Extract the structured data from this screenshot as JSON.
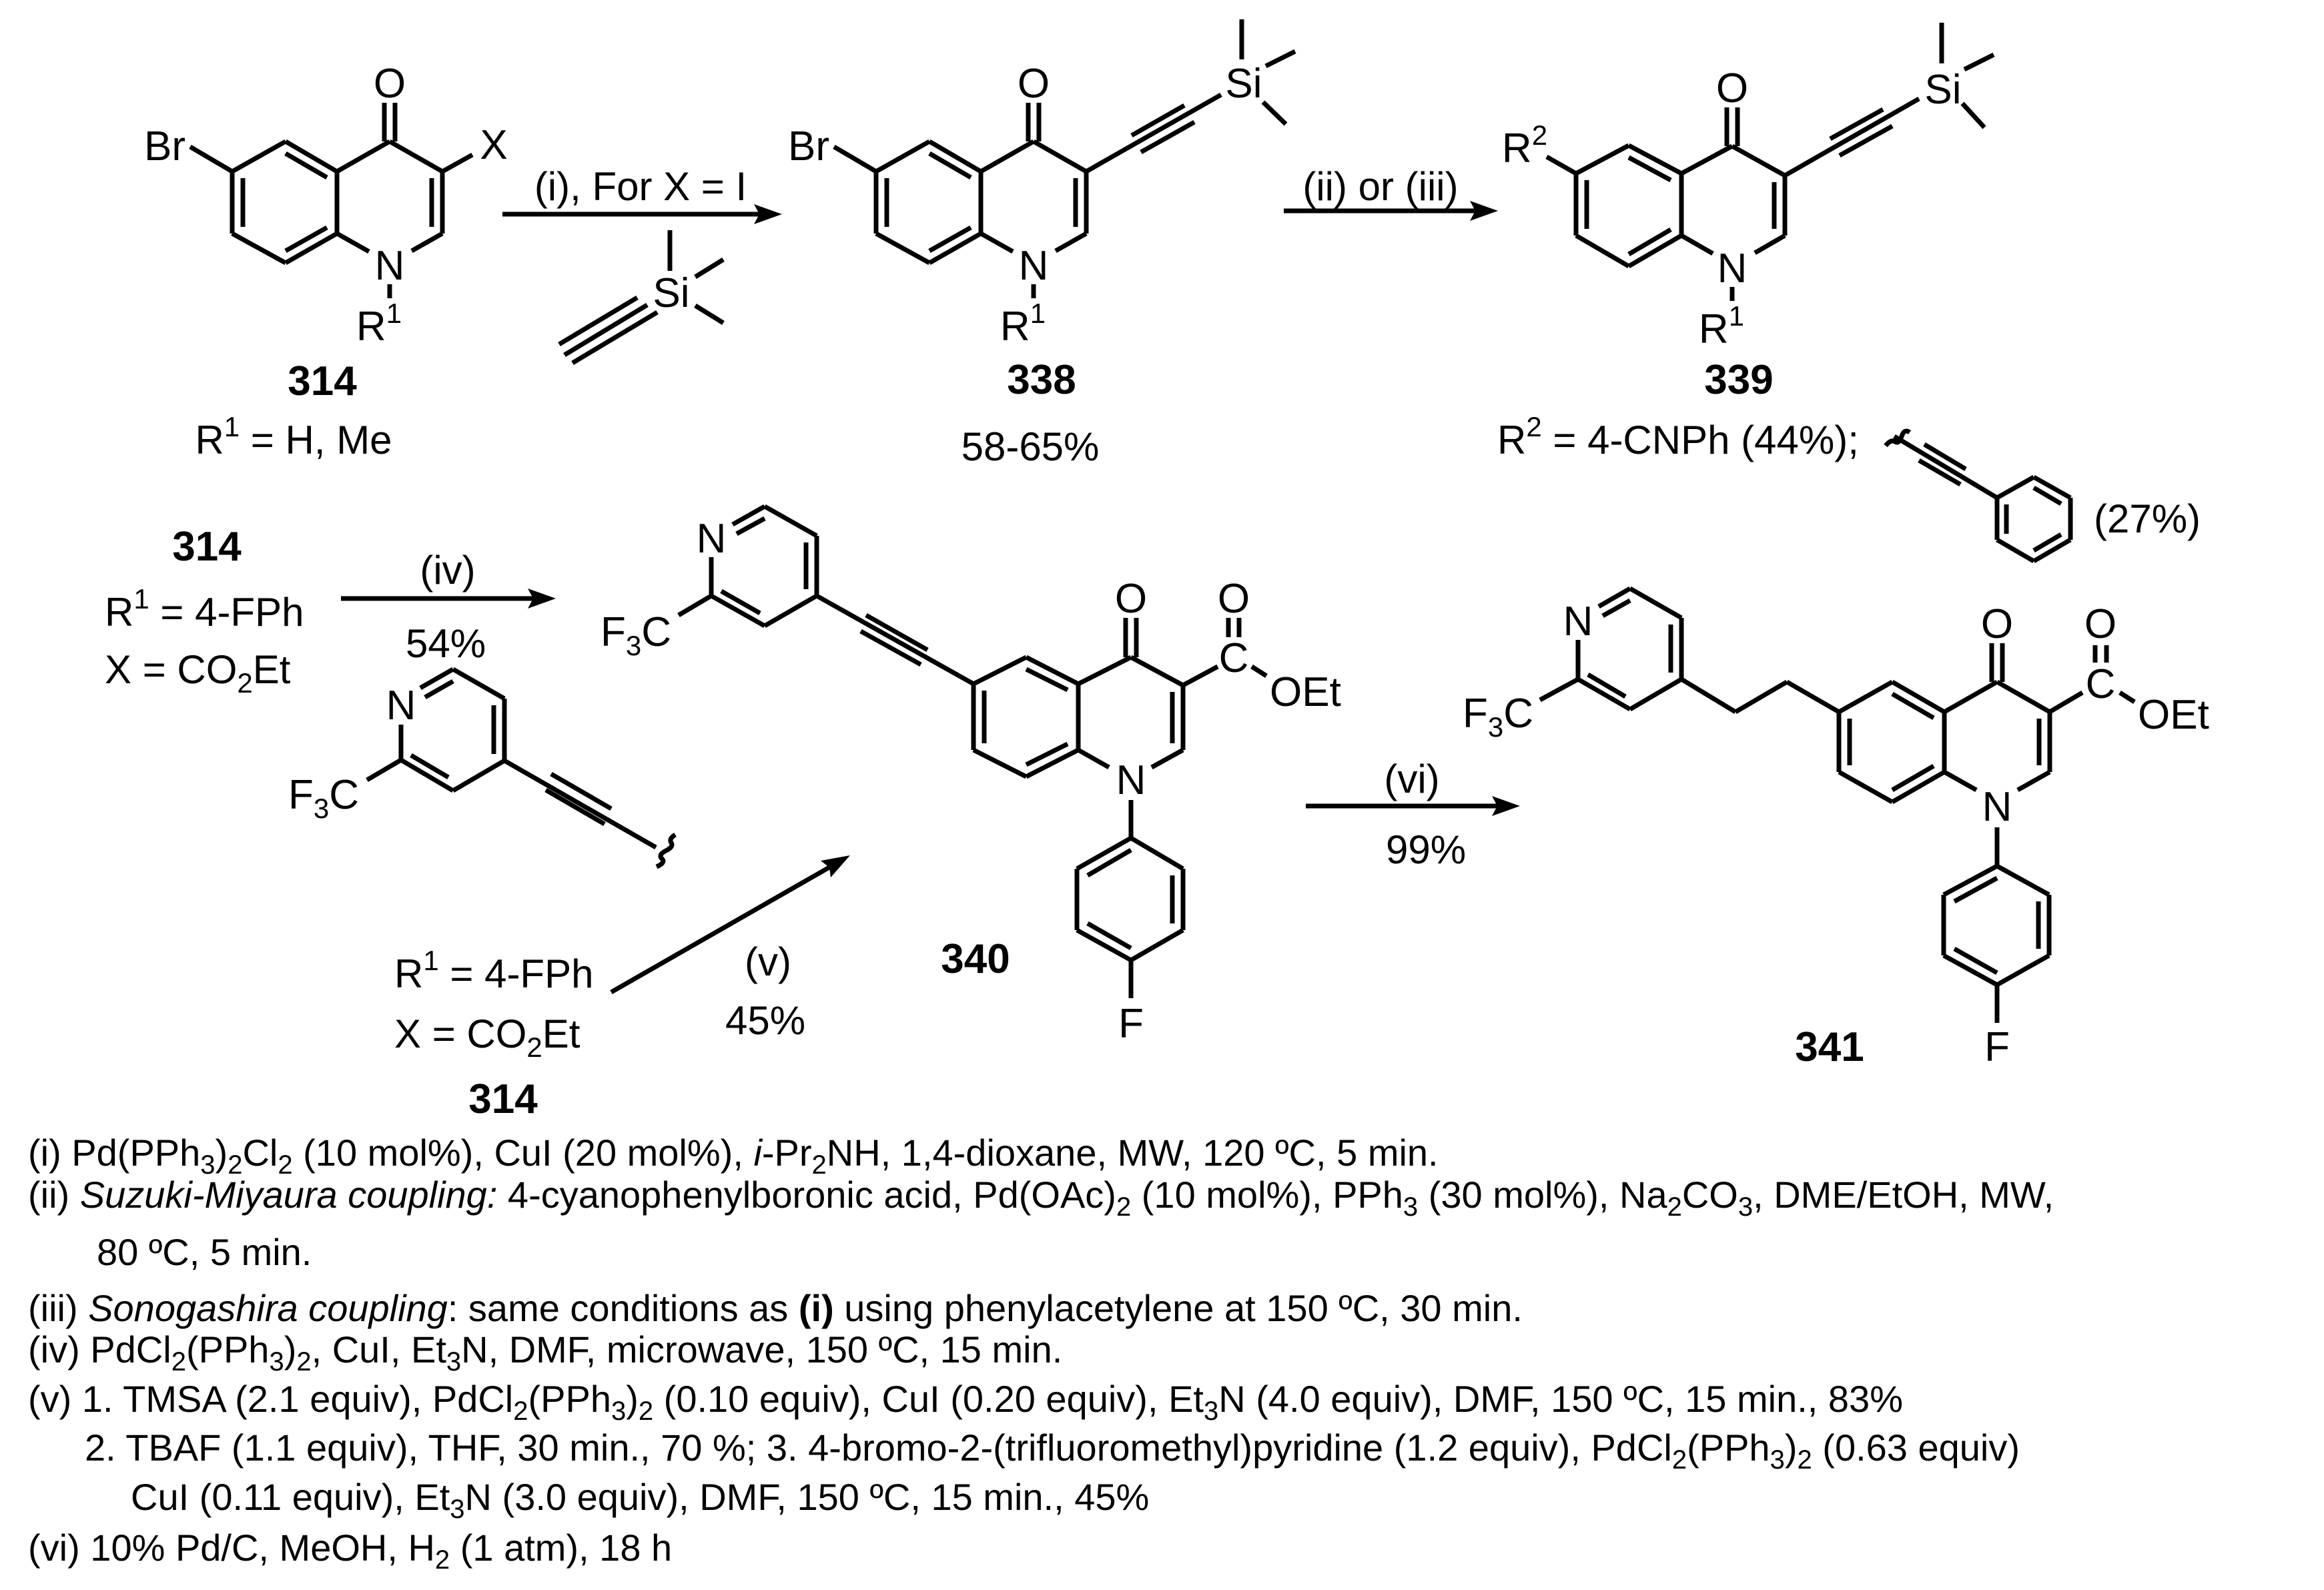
{
  "colors": {
    "ink": "#000000",
    "background": "#ffffff"
  },
  "compounds": {
    "c314_top": {
      "number": "314",
      "atoms": {
        "O": "O",
        "Br": "Br",
        "X": "X",
        "N": "N",
        "R": "R",
        "R_sup": "1"
      },
      "note": {
        "R": "R",
        "sup": "1",
        "rest": " = H, Me"
      }
    },
    "c338": {
      "number": "338",
      "atoms": {
        "O": "O",
        "Br": "Br",
        "N": "N",
        "R": "R",
        "R_sup": "1",
        "Si": "Si"
      },
      "yield": "58-65%"
    },
    "c339": {
      "number": "339",
      "atoms": {
        "O": "O",
        "R2": "R",
        "R2_sup": "2",
        "N": "N",
        "R": "R",
        "R_sup": "1",
        "Si": "Si"
      },
      "note": {
        "R": "R",
        "sup": "2",
        "rest": " = 4-CNPh (44%);"
      },
      "alkynyl_yield": "(27%)"
    },
    "c314_mid": {
      "number": "314",
      "r1": {
        "R": "R",
        "sup": "1",
        "rest": " = 4-FPh"
      },
      "x": {
        "pre": "X = CO",
        "sub": "2",
        "post": "Et"
      }
    },
    "pyridyl_fragment": {
      "N": "N",
      "cf3": {
        "pre": "F",
        "sub": "3",
        "post": "C"
      }
    },
    "c314_low": {
      "number": "314",
      "r1": {
        "R": "R",
        "sup": "1",
        "rest": " = 4-FPh"
      },
      "x": {
        "pre": "X = CO",
        "sub": "2",
        "post": "Et"
      }
    },
    "c340": {
      "number": "340",
      "atoms": {
        "N_py": "N",
        "O": "O",
        "O_ester": "O",
        "C_ester": "C",
        "OEt": "OEt",
        "N": "N",
        "F": "F"
      },
      "cf3": {
        "pre": "F",
        "sub": "3",
        "post": "C"
      }
    },
    "c341": {
      "number": "341",
      "atoms": {
        "N_py": "N",
        "O": "O",
        "O_ester": "O",
        "C_ester": "C",
        "OEt": "OEt",
        "N": "N",
        "F": "F"
      },
      "cf3": {
        "pre": "F",
        "sub": "3",
        "post": "C"
      }
    }
  },
  "reagent_tms_acetylene": {
    "Si": "Si"
  },
  "arrows": {
    "i": {
      "above": "(i), For X = I",
      "below": ""
    },
    "ii_iii": {
      "above": "(ii) or (iii)",
      "below": ""
    },
    "iv": {
      "above": "(iv)",
      "below": "54%"
    },
    "v": {
      "above": "(v)",
      "below": "45%"
    },
    "vi": {
      "above": "(vi)",
      "below": "99%"
    }
  },
  "conditions": {
    "i": [
      "(i) Pd(PPh",
      "3",
      ")",
      "2",
      "Cl",
      "2",
      " (10 mol%), CuI (20 mol%), ",
      "i",
      "-Pr",
      "2",
      "NH, 1,4-dioxane, MW, 120 ºC, 5 min."
    ],
    "ii": [
      "(ii) ",
      "Suzuki-Miyaura coupling:",
      " 4-cyanophenylboronic acid, Pd(OAc)",
      "2",
      " (10 mol%), PPh",
      "3",
      " (30 mol%), Na",
      "2",
      "CO",
      "3",
      ", DME/EtOH, MW,"
    ],
    "ii_cont": "80 ºC, 5 min.",
    "iii": [
      "(iii) ",
      "Sonogashira coupling",
      ": same conditions as ",
      "(i)",
      " using phenylacetylene at 150 ºC, 30 min."
    ],
    "iv": [
      "(iv) PdCl",
      "2",
      "(PPh",
      "3",
      ")",
      "2",
      ", CuI, Et",
      "3",
      "N, DMF, microwave, 150 ºC, 15 min."
    ],
    "v1": [
      "(v) 1. TMSA (2.1 equiv), PdCl",
      "2",
      "(PPh",
      "3",
      ")",
      "2",
      " (0.10 equiv), CuI (0.20 equiv), Et",
      "3",
      "N (4.0 equiv), DMF, 150 ºC, 15 min., 83%"
    ],
    "v2": [
      "2. TBAF (1.1 equiv), THF, 30 min., 70 %;  3. 4-bromo-2-(trifluoromethyl)pyridine (1.2 equiv), PdCl",
      "2",
      "(PPh",
      "3",
      ")",
      "2",
      " (0.63 equiv)"
    ],
    "v3": [
      "CuI (0.11 equiv), Et",
      "3",
      "N (3.0 equiv), DMF, 150 ºC, 15 min., 45%"
    ],
    "vi": [
      "(vi) 10% Pd/C, MeOH, H",
      "2",
      " (1 atm), 18 h"
    ]
  }
}
